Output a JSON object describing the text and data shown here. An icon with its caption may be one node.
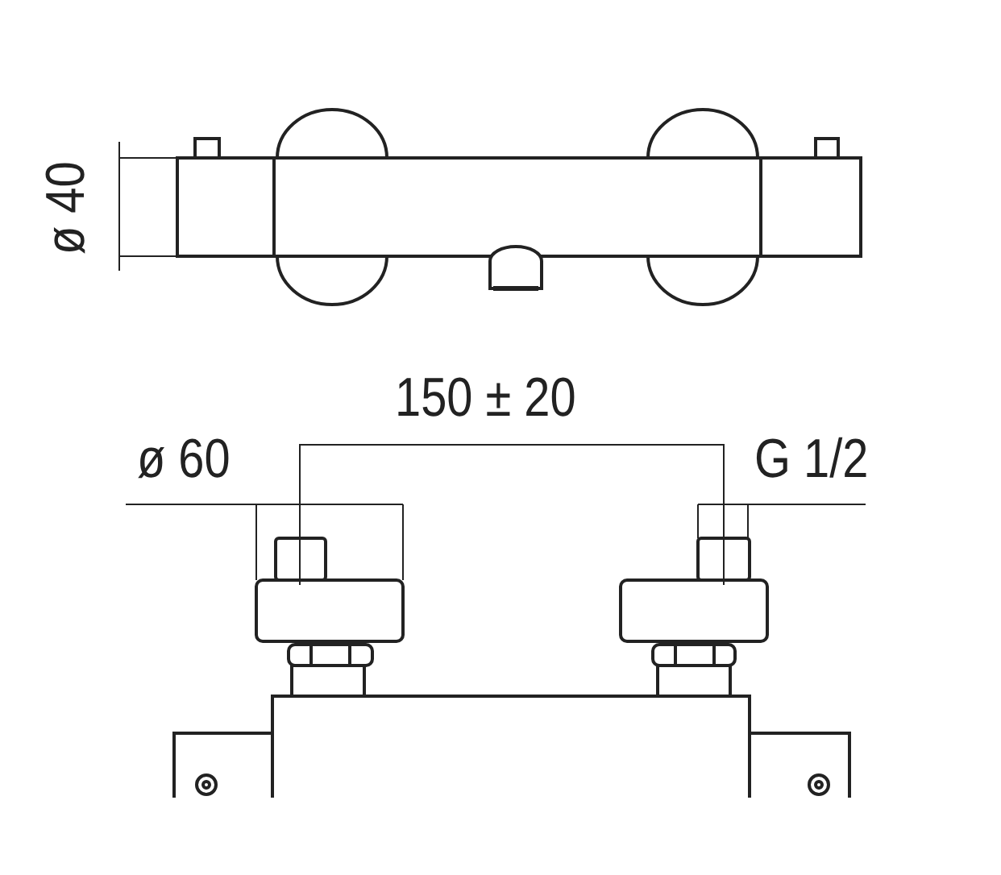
{
  "diagram": {
    "labels": [
      "ø 40",
      "150 ± 20",
      "ø 60",
      "G 1/2"
    ]
  }
}
